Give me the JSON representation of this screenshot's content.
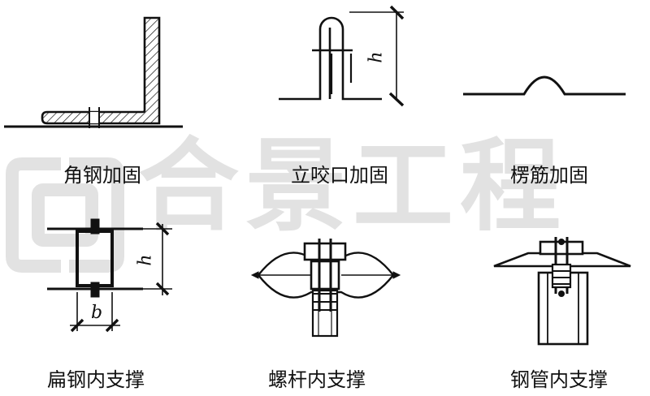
{
  "watermark": {
    "text": "合景工程",
    "color": "#e2e2e2",
    "logo_icon": "hejing-logo-icon"
  },
  "captions": {
    "angle_steel": "角钢加固",
    "standing_seam": "立咬口加固",
    "rib": "楞筋加固",
    "flat_steel": "扁钢内支撑",
    "screw_rod": "螺杆内支撑",
    "steel_pipe": "钢管内支撑"
  },
  "dimensions": {
    "h_standing_seam": "h",
    "h_flat_steel": "h",
    "b_flat_steel": "b"
  }
}
